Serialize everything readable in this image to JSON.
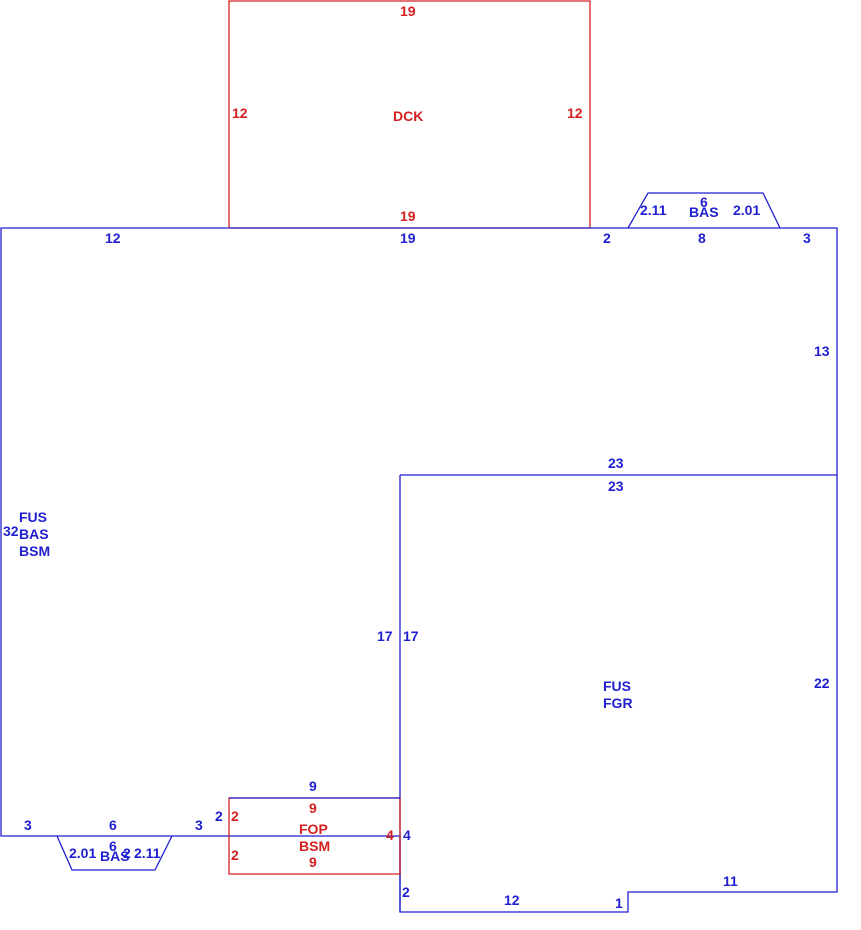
{
  "colors": {
    "primary_outline": "#1f1fd0",
    "secondary_outline": "#d42020"
  },
  "areas": {
    "dck": {
      "label": "DCK"
    },
    "main": {
      "codes": [
        "FUS",
        "BAS",
        "BSM"
      ]
    },
    "garage": {
      "codes": [
        "FUS",
        "FGR"
      ]
    },
    "porch": {
      "codes": [
        "FOP",
        "BSM"
      ]
    },
    "bay_top": {
      "label": "BAS"
    },
    "bay_bottom": {
      "label": "BAS"
    }
  },
  "dimensions": {
    "dck_top": "19",
    "dck_left": "12",
    "dck_right": "12",
    "dck_bottom": "19",
    "main_top_left": "12",
    "main_top_mid": "19",
    "main_top_right_a": "2",
    "main_top_right_b": "3",
    "main_right": "13",
    "main_left": "32",
    "garage_top_outer": "23",
    "garage_top_inner": "23",
    "garage_left_outer": "17",
    "garage_left_inner": "17",
    "garage_right": "22",
    "bay_top_top": "6",
    "bay_top_left": "2.11",
    "bay_top_right": "2.01",
    "bay_top_base": "8",
    "main_bottom_left": "3",
    "main_bottom_mid": "6",
    "main_bottom_right": "3",
    "bay_bot_left": "2.01",
    "bay_bot_mid": "6",
    "bay_bot_right": "2.11",
    "bay_bot_extra": "2",
    "porch_top_outer": "9",
    "porch_top_inner": "9",
    "porch_left_upper": "2",
    "porch_left_red_a": "2",
    "porch_left_red_b": "2",
    "porch_right_red": "4",
    "porch_right_blue": "4",
    "porch_bottom": "9",
    "garage_bottom_step_left": "2",
    "garage_bottom": "12",
    "garage_step": "1",
    "garage_bottom_right": "11"
  }
}
